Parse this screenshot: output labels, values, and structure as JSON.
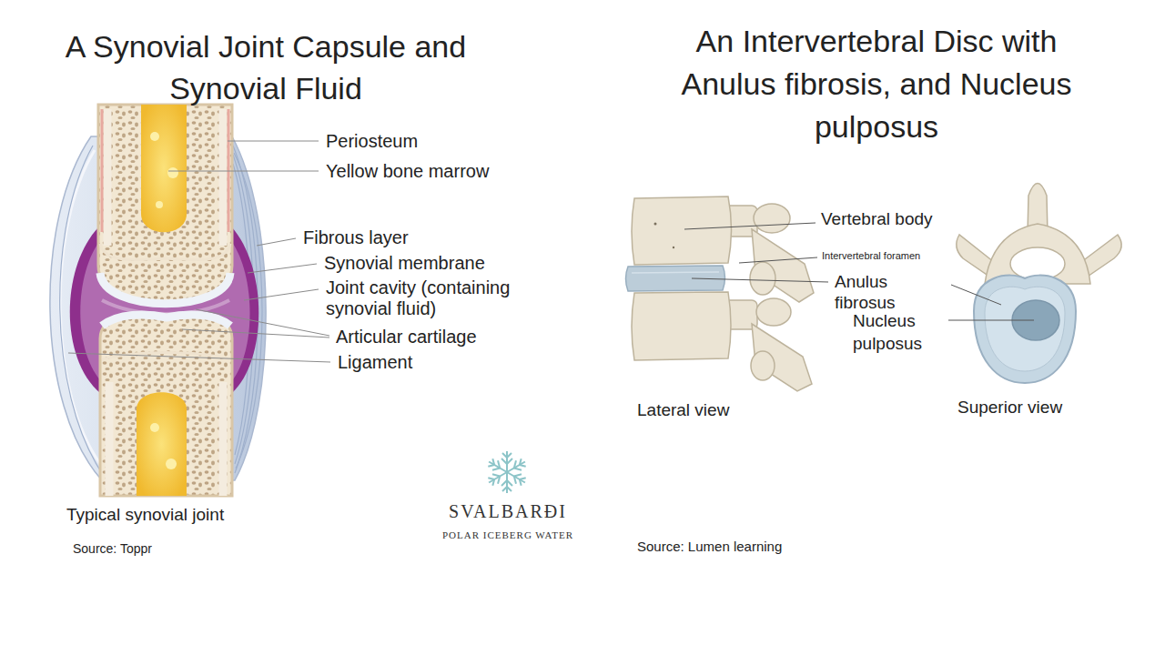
{
  "diagram": {
    "labels": [
      "A Synovial Joint Capsule and Synovial Fluid",
      "An Intervertebral Disc with Anulus fibrosis, and Nucleus pulposus",
      "Periosteum",
      "Yellow bone marrow",
      "Fibrous layer",
      "Synovial membrane",
      "Joint cavity (containing synovial fluid)",
      "Articular cartilage",
      "Ligament",
      "Typical synovial joint",
      "Source: Toppr",
      "SVALBARÐI",
      "POLAR ICEBERG WATER",
      "Vertebral body",
      "Intervertebral foramen",
      "Anulus fibrosus",
      "Nucleus pulposus",
      "Lateral view",
      "Superior view",
      "Source: Lumen learning"
    ]
  }
}
